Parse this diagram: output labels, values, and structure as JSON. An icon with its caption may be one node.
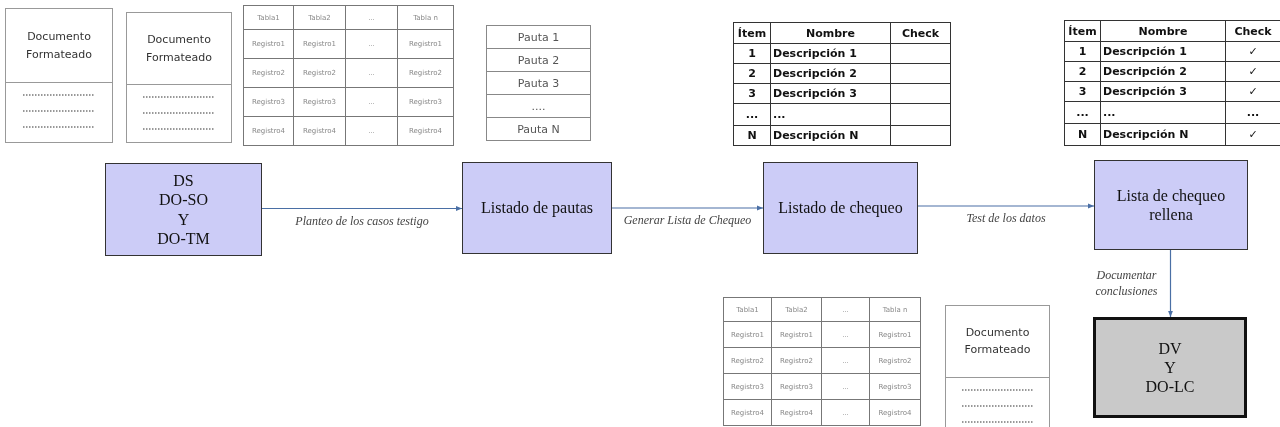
{
  "diagram": {
    "nodes": [
      {
        "text": [
          "Documento Formateado"
        ]
      },
      {
        "text": [
          "Documento Formateado"
        ]
      },
      {
        "text": [
          "DS DO-SO Y DO-TM"
        ]
      },
      {
        "text": [
          "Listado de pautas"
        ]
      },
      {
        "text": [
          "Listado de chequeo"
        ]
      },
      {
        "text": [
          "Lista de chequeo rellena"
        ]
      },
      {
        "text": [
          "Documento Formateado"
        ]
      },
      {
        "text": [
          "DV Y DO-LC"
        ]
      }
    ],
    "edges": [
      {
        "from": 2,
        "to": 3,
        "arrow": "to",
        "label": "Planteo de los casos testigo"
      },
      {
        "from": 3,
        "to": 4,
        "arrow": "to",
        "label": "Generar Lista de Chequeo"
      },
      {
        "from": 4,
        "to": 5,
        "arrow": "to",
        "label": "Test de los datos"
      },
      {
        "from": 5,
        "to": 7,
        "arrow": "to",
        "label": "Documentar conclusiones"
      }
    ],
    "labels": [
      "Tabla1",
      "Tabla2",
      "...",
      "Tabla n",
      "Registro1",
      "Registro1",
      "...",
      "Registro1",
      "Registro2",
      "Registro2",
      "...",
      "Registro2",
      "Registro3",
      "Registro3",
      "...",
      "Registro3",
      "Registro4",
      "Registro4",
      "...",
      "Registro4",
      "Pauta 1",
      "Pauta 2",
      "Pauta 3",
      "....",
      "Pauta N",
      "Ítem",
      "Nombre",
      "Check",
      "1",
      "Descripción 1",
      "2",
      "Descripción 2",
      "3",
      "Descripción 3",
      "...",
      "...",
      "N",
      "Descripción N",
      "Ítem",
      "Nombre",
      "Check",
      "1",
      "Descripción 1",
      "✓",
      "2",
      "Descripción 2",
      "✓",
      "3",
      "Descripción 3",
      "✓",
      "...",
      "...",
      "...",
      "N",
      "Descripción N",
      "✓",
      "Tabla1",
      "Tabla2",
      "...",
      "Tabla n",
      "Registro1",
      "Registro1",
      "...",
      "Registro1",
      "Registro2",
      "Registro2",
      "...",
      "Registro2",
      "Registro3",
      "Registro3",
      "...",
      "Registro3",
      "Registro4",
      "Registro4",
      "...",
      "Registro4"
    ]
  }
}
